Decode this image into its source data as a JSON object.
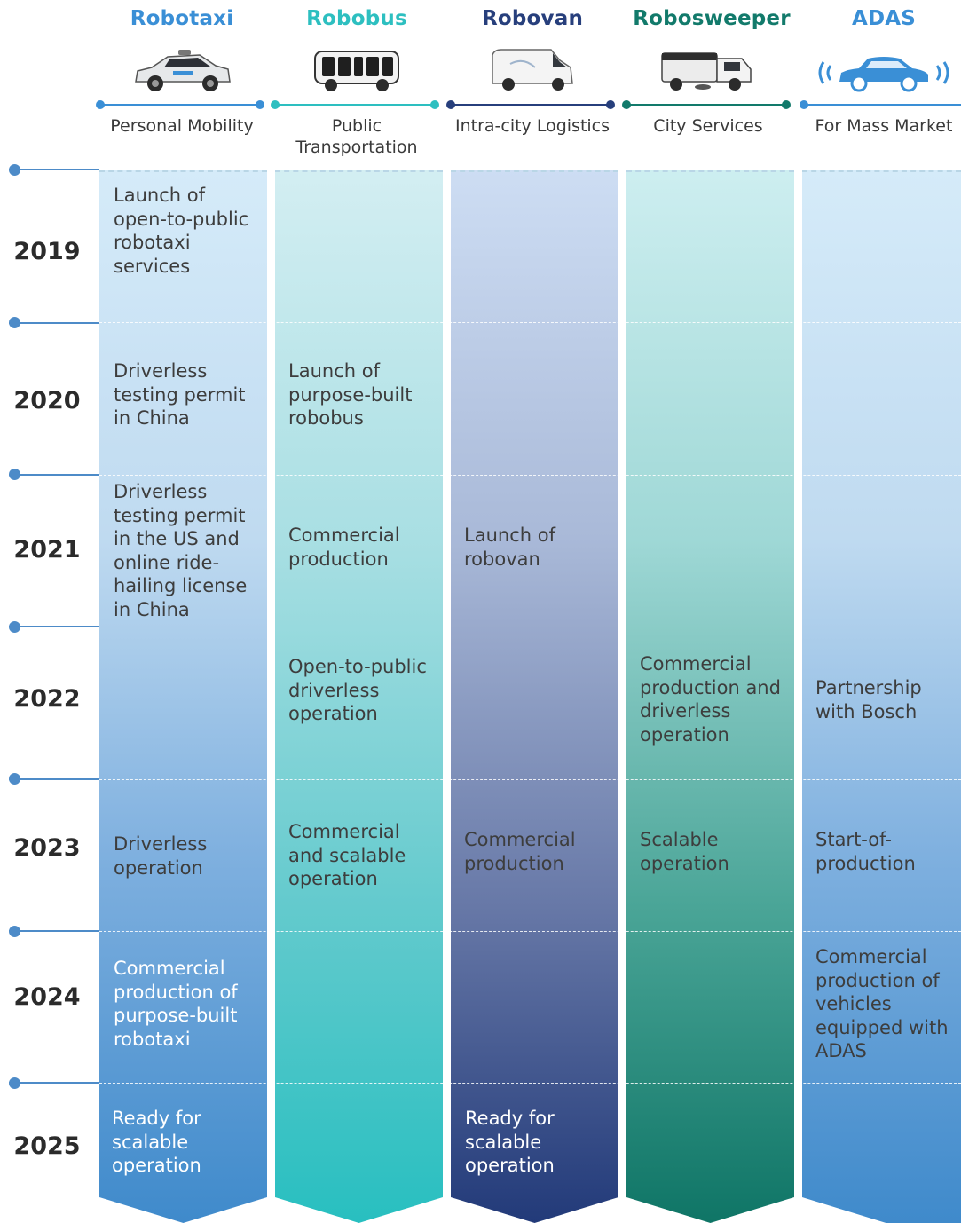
{
  "columns": [
    {
      "title": "Robotaxi",
      "category": "Personal Mobility",
      "color": "#3a8fd6",
      "vehicle_icon": "robotaxi-car-icon"
    },
    {
      "title": "Robobus",
      "category": "Public Transportation",
      "color": "#2dbfc0",
      "vehicle_icon": "robobus-icon"
    },
    {
      "title": "Robovan",
      "category": "Intra-city Logistics",
      "color": "#273f7c",
      "vehicle_icon": "robovan-icon"
    },
    {
      "title": "Robosweeper",
      "category": "City Services",
      "color": "#127a6b",
      "vehicle_icon": "robosweeper-icon"
    },
    {
      "title": "ADAS",
      "category": "For Mass Market",
      "color": "#3a8fd6",
      "vehicle_icon": "adas-connected-car-icon"
    }
  ],
  "years": [
    "2019",
    "2020",
    "2021",
    "2022",
    "2023",
    "2024",
    "2025"
  ],
  "milestones": {
    "robotaxi": {
      "y2019": "Launch of open-to-public robotaxi services",
      "y2020": "Driverless testing permit in China",
      "y2021": "Driverless testing permit in the US and online ride-hailing license in China",
      "y2023": "Driverless operation",
      "y2024": "Commercial production of purpose-built robotaxi",
      "y2025": "Ready for scalable operation"
    },
    "robobus": {
      "y2020": "Launch of purpose-built robobus",
      "y2021": "Commercial production",
      "y2022": "Open-to-public driverless operation",
      "y2023": "Commercial and scalable operation"
    },
    "robovan": {
      "y2021": "Launch of robovan",
      "y2023": "Commercial production",
      "y2025": "Ready for scalable operation"
    },
    "robosweeper": {
      "y2022": "Commercial production and driverless operation",
      "y2023": "Scalable operation"
    },
    "adas": {
      "y2022": "Partnership with Bosch",
      "y2023": "Start-of-production",
      "y2024": "Commercial production of vehicles equipped with ADAS"
    }
  }
}
